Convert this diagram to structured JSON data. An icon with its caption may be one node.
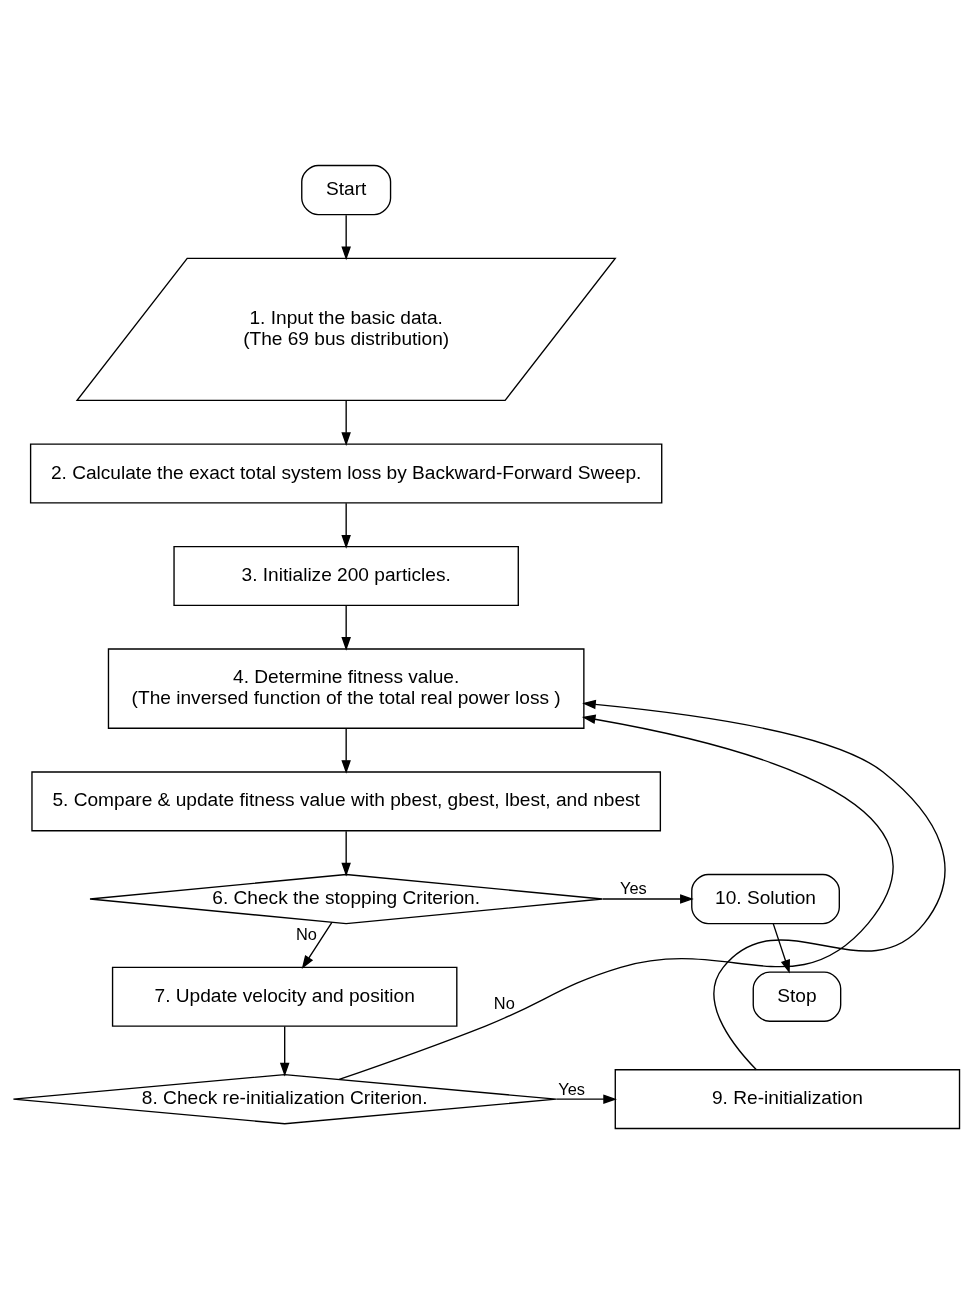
{
  "diagram": {
    "nodes": [
      {
        "text": [
          "Start"
        ]
      },
      {
        "text": [
          "1. Input the basic data.",
          "(The 69 bus distribution)"
        ]
      },
      {
        "text": [
          "2. Calculate the exact total system loss by Backward-Forward Sweep."
        ]
      },
      {
        "text": [
          "3. Initialize 200 particles."
        ]
      },
      {
        "text": [
          "4. Determine fitness value.",
          "(The inversed function of the total real power loss )"
        ]
      },
      {
        "text": [
          "5. Compare & update fitness value with pbest, gbest, lbest, and nbest"
        ]
      },
      {
        "text": [
          "6. Check the stopping Criterion."
        ]
      },
      {
        "text": [
          "10. Solution"
        ]
      },
      {
        "text": [
          "Stop"
        ]
      },
      {
        "text": [
          "7. Update velocity and position"
        ]
      },
      {
        "text": [
          "8. Check re-initialization Criterion."
        ]
      },
      {
        "text": [
          "9. Re-initialization"
        ]
      }
    ],
    "edges": [
      {
        "from": 0,
        "to": 1,
        "arrow": "to"
      },
      {
        "from": 1,
        "to": 2,
        "arrow": "to"
      },
      {
        "from": 2,
        "to": 3,
        "arrow": "to"
      },
      {
        "from": 3,
        "to": 4,
        "arrow": "to"
      },
      {
        "from": 4,
        "to": 5,
        "arrow": "to"
      },
      {
        "from": 5,
        "to": 6,
        "arrow": "to"
      },
      {
        "from": 6,
        "to": 7,
        "arrow": "to",
        "label": "Yes"
      },
      {
        "from": 7,
        "to": 8,
        "arrow": "to"
      },
      {
        "from": 6,
        "to": 9,
        "arrow": "to",
        "label": "No"
      },
      {
        "from": 9,
        "to": 10,
        "arrow": "to"
      },
      {
        "from": 10,
        "to": 4,
        "arrow": "to",
        "label": "No"
      },
      {
        "from": 10,
        "to": 11,
        "arrow": "to",
        "label": "Yes"
      },
      {
        "from": 11,
        "to": 4,
        "arrow": "to"
      }
    ]
  }
}
